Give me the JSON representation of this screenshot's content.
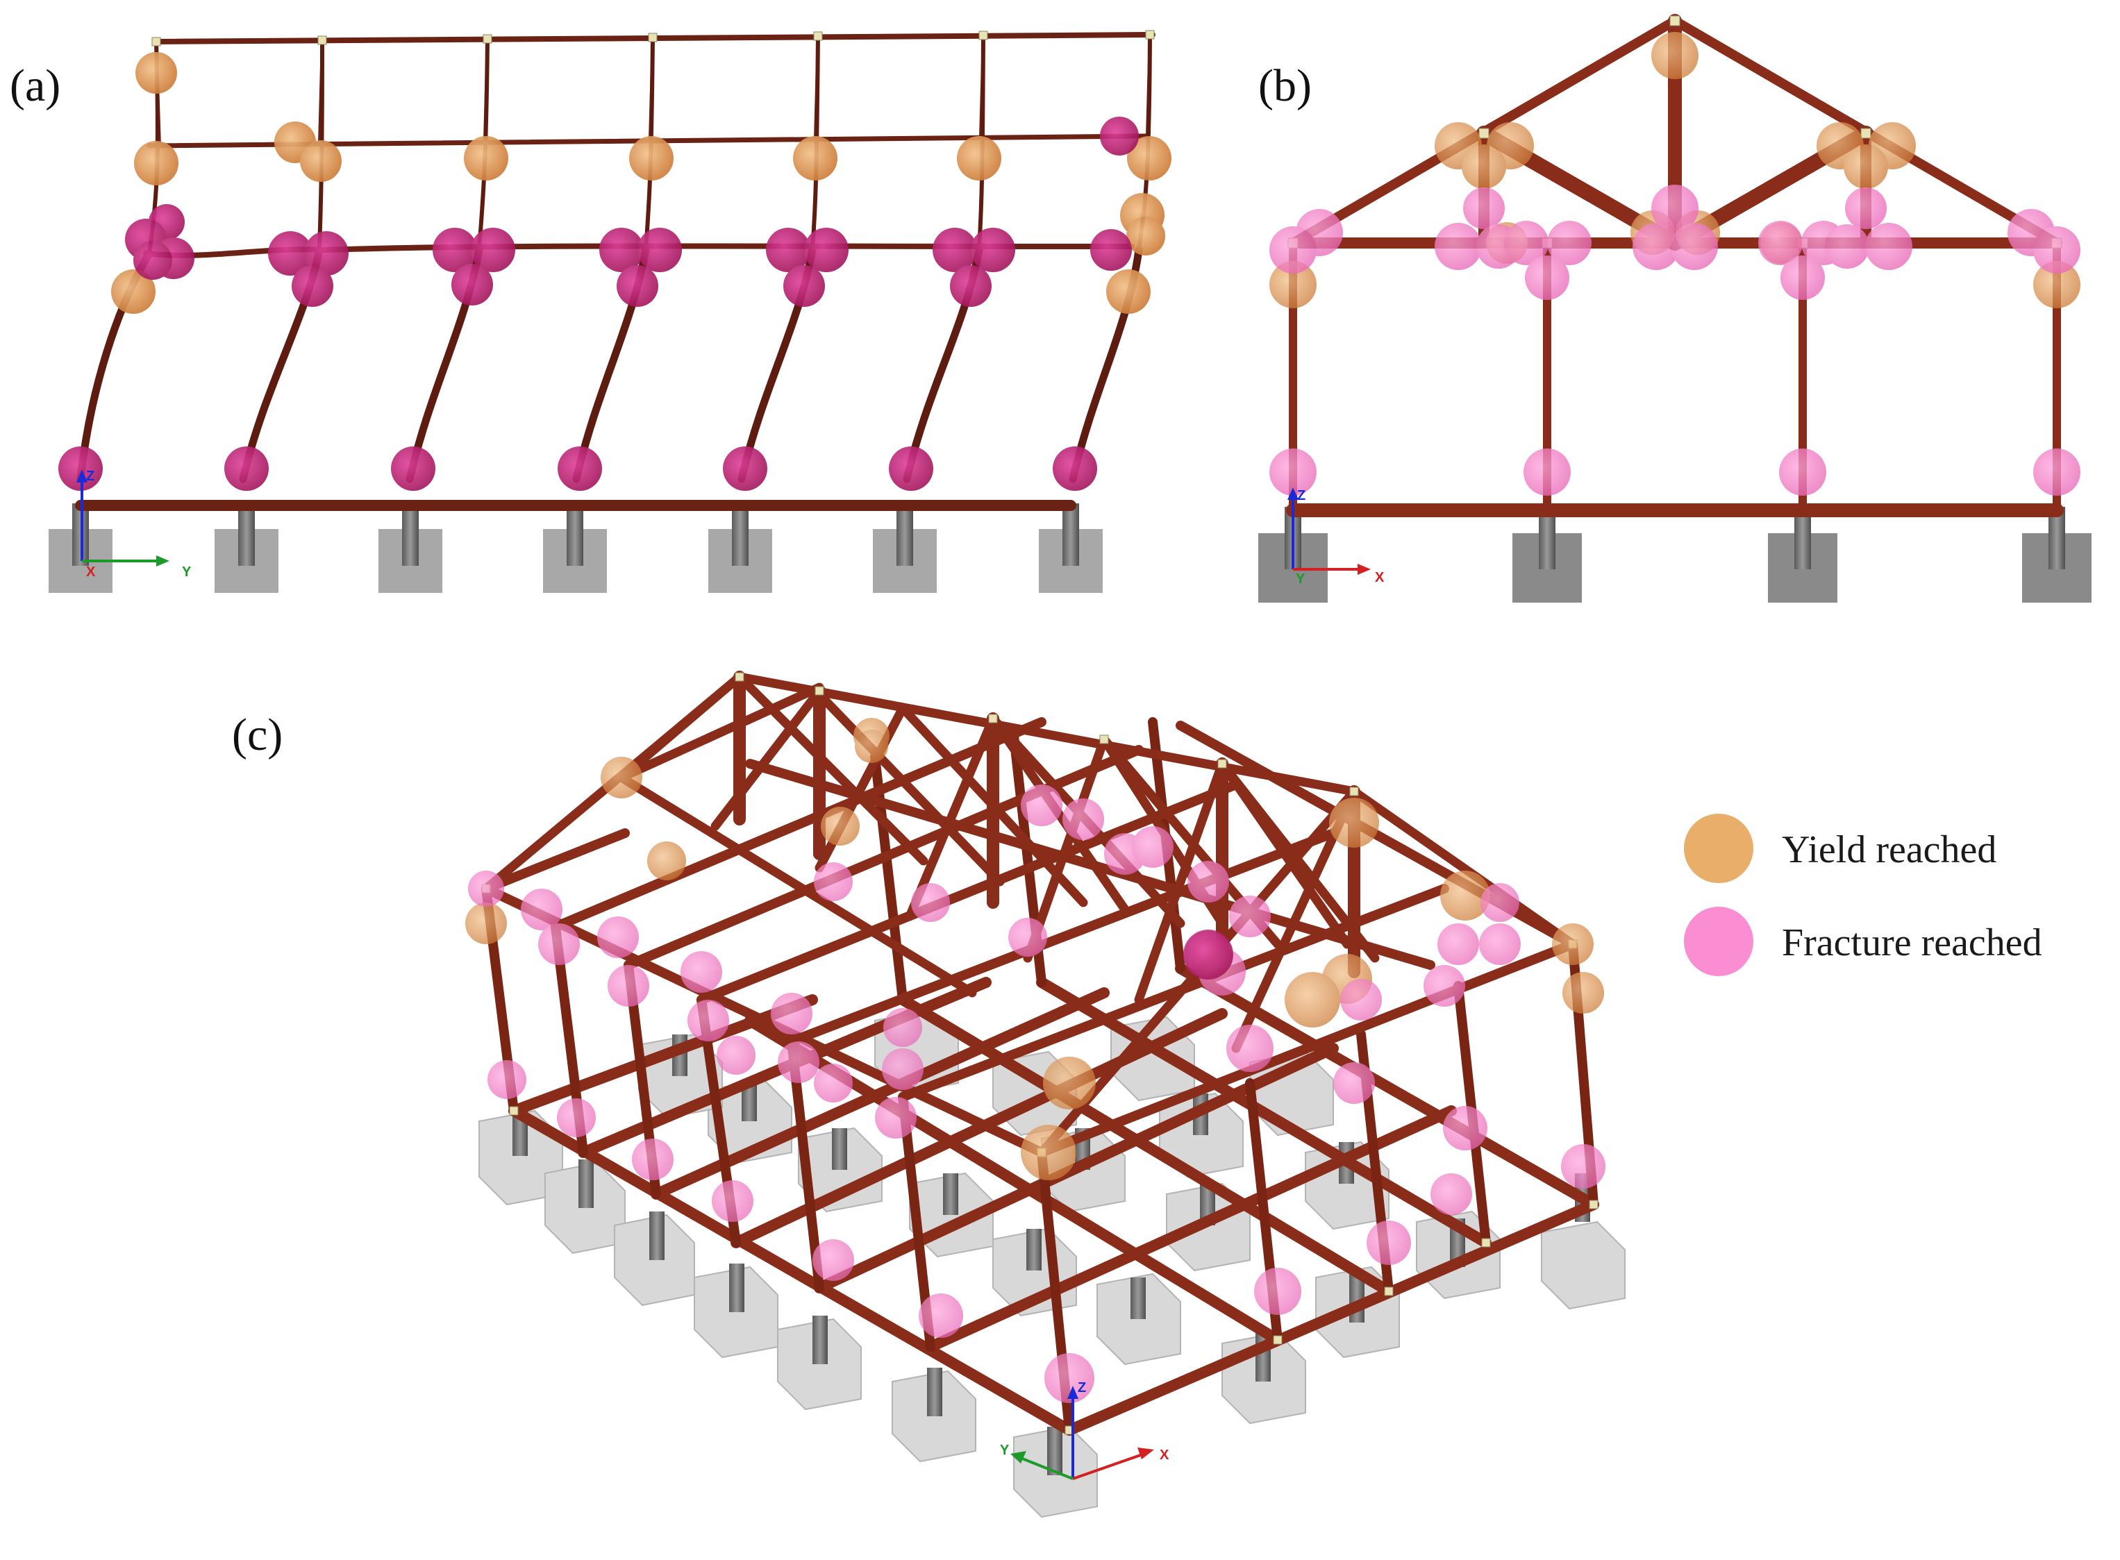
{
  "panels": [
    {
      "id": "a",
      "label": "(a)"
    },
    {
      "id": "b",
      "label": "(b)"
    },
    {
      "id": "c",
      "label": "(c)"
    }
  ],
  "legend": [
    {
      "label": "Yield reached",
      "color": "#e39a4a"
    },
    {
      "label": "Fracture reached",
      "color": "#f47cc8"
    }
  ],
  "axes": {
    "a": {
      "vertical": "Z",
      "horizontal": "Y",
      "depth": "X"
    },
    "b": {
      "vertical": "Z",
      "horizontal": "X",
      "depth": "Y"
    },
    "c": {
      "vertical": "Z",
      "right": "X",
      "left": "Y"
    }
  },
  "colors": {
    "member": "#8a2c1a",
    "member_dark": "#5e1c10",
    "yield_hinge": "#e39a4a",
    "fracture_hinge": "#f47cc8",
    "fracture_dark": "#c2186b",
    "footing": "#a9a9a9",
    "footing_light": "#d4d4d4",
    "pedestal": "#6f6f6f"
  }
}
